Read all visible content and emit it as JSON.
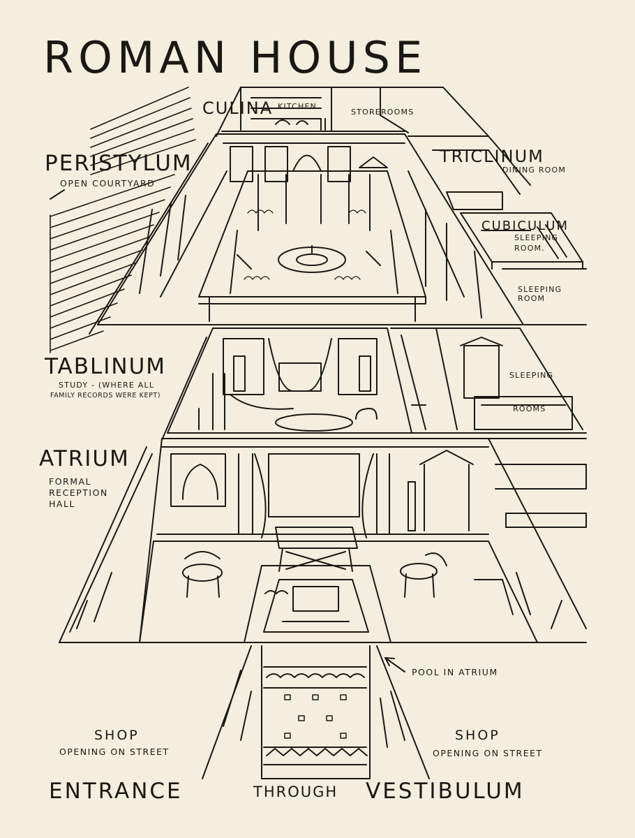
{
  "title": "ROMAN HOUSE",
  "colors": {
    "paper": "#f3eedd",
    "ink": "#1a1814"
  },
  "labels": {
    "culina": "CULINA",
    "kitchen": "KITCHEN",
    "storerooms": "STOREROOMS",
    "peristylum": "PERISTYLUM",
    "peristylum_desc": "OPEN COURTYARD",
    "triclinum": "TRICLINUM",
    "triclinum_desc": "DINING ROOM",
    "cubiculum": "CUBICULUM",
    "cubiculum_desc_1": "SLEEPING",
    "cubiculum_desc_2": "ROOM.",
    "sleeping_room_1": "SLEEPING",
    "sleeping_room_2": "ROOM",
    "tablinum": "TABLINUM",
    "tablinum_desc_1": "STUDY - (WHERE ALL",
    "tablinum_desc_2": "FAMILY RECORDS WERE KEPT)",
    "sleeping": "SLEEPING",
    "rooms": "ROOMS",
    "atrium": "ATRIUM",
    "atrium_desc_1": "FORMAL",
    "atrium_desc_2": "RECEPTION",
    "atrium_desc_3": "HALL",
    "pool": "POOL IN ATRIUM",
    "shop_left": "SHOP",
    "shop_left_desc": "OPENING ON STREET",
    "shop_right": "SHOP",
    "shop_right_desc": "OPENING ON STREET",
    "entrance": "ENTRANCE",
    "through": "THROUGH",
    "vestibulum": "VESTIBULUM"
  }
}
